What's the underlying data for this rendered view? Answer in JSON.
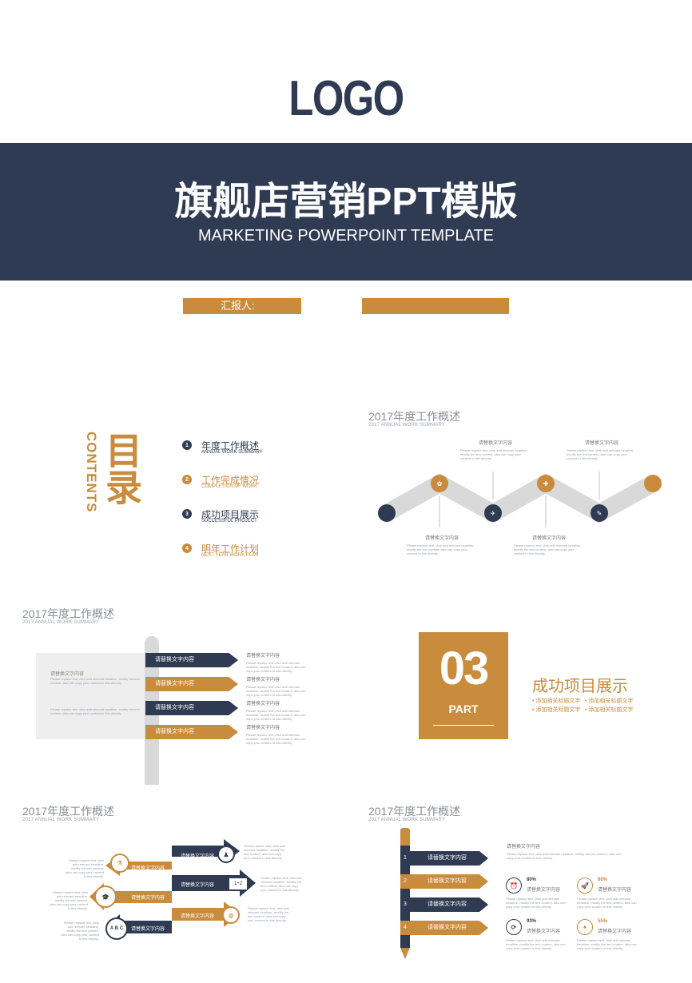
{
  "cover": {
    "logo": "LOGO",
    "title": "旗舰店营销PPT模版",
    "subtitle": "MARKETING POWERPOINT TEMPLATE",
    "reporter_label": "汇报人:"
  },
  "contents": {
    "title_cn": "目录",
    "title_en": "CONTENTS",
    "items": [
      {
        "num": "1",
        "cn": "年度工作概述",
        "en": "ANNUAL WORK SUMMARY"
      },
      {
        "num": "2",
        "cn": "工作完成情况",
        "en": "COMPLETION OF WORK"
      },
      {
        "num": "3",
        "cn": "成功项目展示",
        "en": "SUCCESSFUL PROJECT"
      },
      {
        "num": "4",
        "cn": "明年工作计划",
        "en": "NEXT YEAR WORK PLAN"
      }
    ]
  },
  "section": {
    "title": "2017年度工作概述",
    "subtitle": "2017 ANNUAL WORK SUMMARY"
  },
  "placeholder": {
    "heading": "请替换文字内容",
    "body": "Please replace text, click add relevant headline, modify the text content, also can copy your content to this directly."
  },
  "part": {
    "number": "03",
    "label": "PART",
    "title": "成功项目展示",
    "bullets": [
      "添加相关标题文字",
      "添加相关标题文字",
      "添加相关标题文字",
      "添加相关标题文字"
    ]
  },
  "slide6": {
    "steps": [
      "1",
      "2",
      "3",
      "4"
    ],
    "stats": [
      {
        "icon": "alarm-icon",
        "percent": "80%"
      },
      {
        "icon": "rocket-icon",
        "percent": "80%"
      },
      {
        "icon": "cycle-icon",
        "percent": "93%"
      },
      {
        "icon": "lightbulb-icon",
        "percent": "55%"
      }
    ]
  },
  "slide5": {
    "box_icon_text": "1+2",
    "abc_icon_text": "A B C"
  },
  "colors": {
    "navy": "#2f3b52",
    "gold": "#c98b3c",
    "gray": "#d9d9d9"
  }
}
